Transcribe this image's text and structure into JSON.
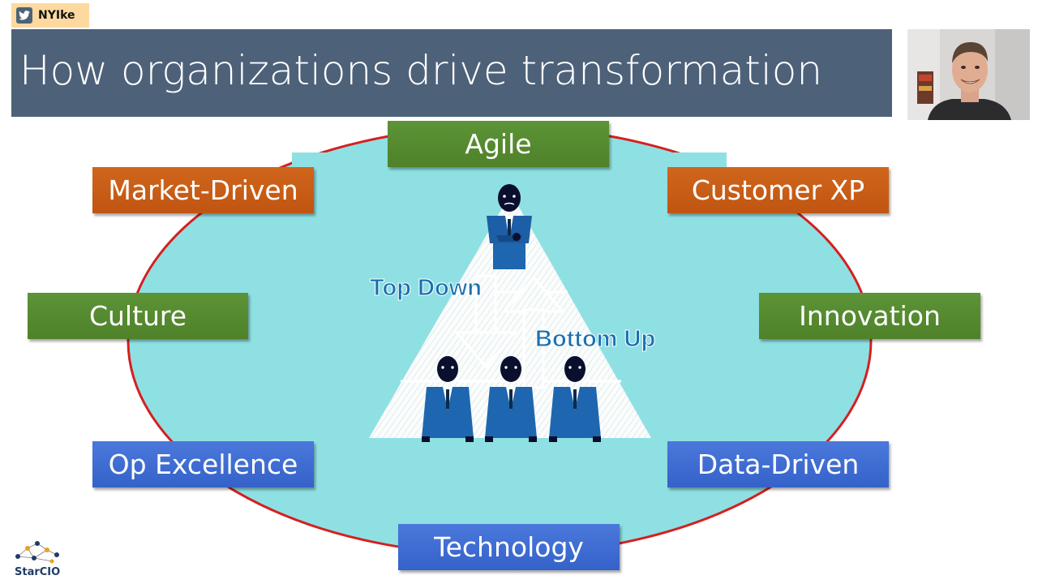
{
  "header": {
    "twitter_handle": "NYIke",
    "title": "How organizations drive transformation"
  },
  "diagram": {
    "top_down_label": "Top Down",
    "bottom_up_label": "Bottom Up",
    "boxes": {
      "agile": "Agile",
      "market_driven": "Market-Driven",
      "customer_xp": "Customer XP",
      "culture": "Culture",
      "innovation": "Innovation",
      "op_excellence": "Op Excellence",
      "data_driven": "Data-Driven",
      "technology": "Technology"
    },
    "colors": {
      "ellipse_fill": "#8fe0e3",
      "ellipse_stroke": "#d42020",
      "green": "#558b2f",
      "orange": "#c85e17",
      "blue": "#3c6ad0",
      "label_text": "#1a6fb0"
    }
  },
  "footer": {
    "logo_text": "StarCIO"
  }
}
